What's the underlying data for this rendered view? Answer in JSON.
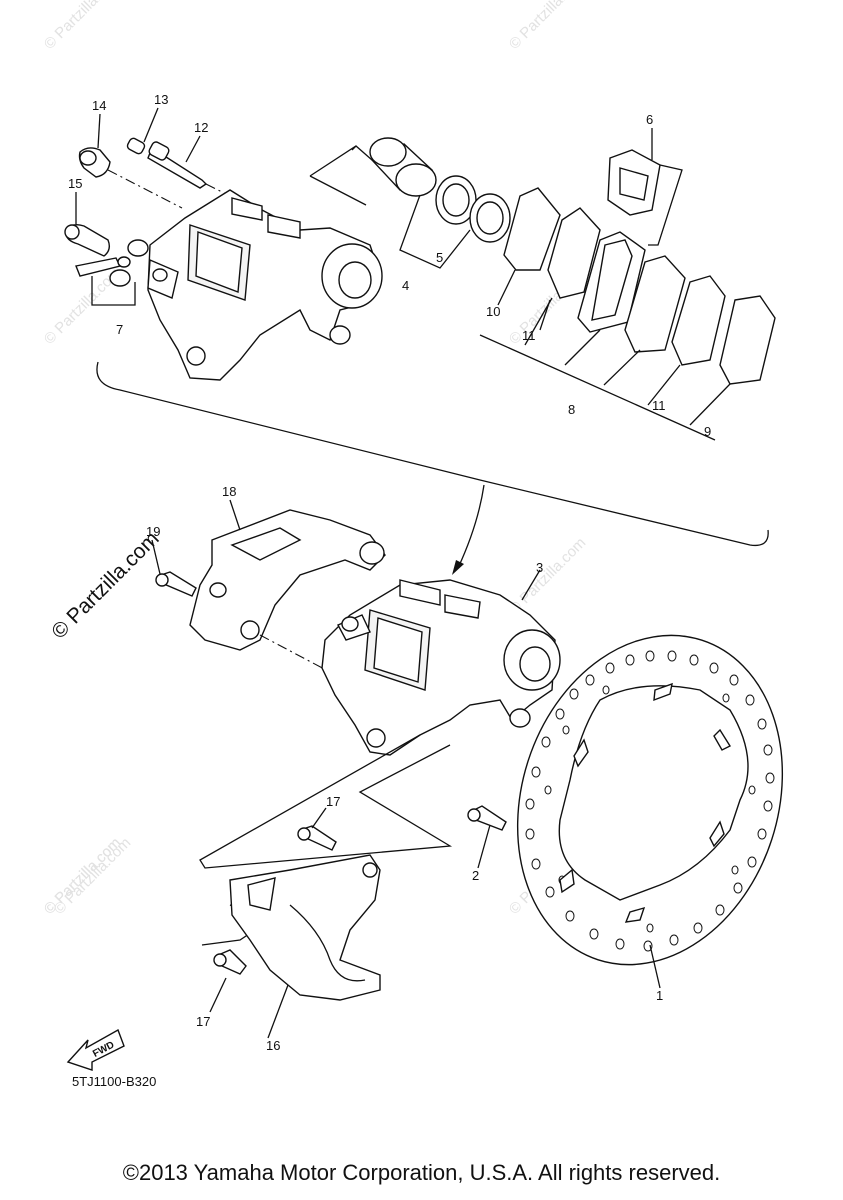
{
  "watermark": "© Partzilla.com",
  "diagram_code": "5TJ1100-B320",
  "fwd_label": "FWD",
  "copyright": "©2013 Yamaha Motor Corporation, U.S.A. All rights reserved.",
  "callouts": {
    "c1": "1",
    "c2": "2",
    "c3": "3",
    "c4": "4",
    "c5": "5",
    "c6": "6",
    "c7": "7",
    "c8": "8",
    "c9": "9",
    "c10": "10",
    "c11a": "11",
    "c11b": "11",
    "c12": "12",
    "c13": "13",
    "c14": "14",
    "c15": "15",
    "c16": "16",
    "c17a": "17",
    "c17b": "17",
    "c18": "18",
    "c19": "19"
  }
}
